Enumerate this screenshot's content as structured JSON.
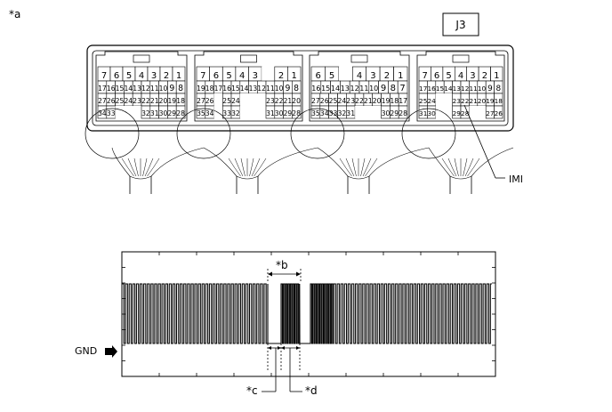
{
  "figure_label": "*a",
  "connector_id": "J3",
  "pin_callout": "IMI",
  "waveform": {
    "ground_label": "GND",
    "callout_b": "*b",
    "callout_c": "*c",
    "callout_d": "*d"
  },
  "connectors": [
    {
      "row1": [
        "7",
        "6",
        "5",
        "4",
        "3",
        "2",
        "1"
      ],
      "row2": [
        "17",
        "16",
        "15",
        "14",
        "13",
        "12",
        "11",
        "10",
        "9",
        "8"
      ],
      "row3": [
        "27",
        "26",
        "25",
        "24",
        "23",
        "22",
        "21",
        "20",
        "19",
        "18"
      ],
      "row4": [
        "34",
        "33",
        "",
        "",
        "",
        "32",
        "31",
        "30",
        "29",
        "28"
      ]
    },
    {
      "row1": [
        "7",
        "6",
        "5",
        "4",
        "3",
        "",
        "2",
        "1"
      ],
      "row2": [
        "19",
        "18",
        "17",
        "16",
        "15",
        "14",
        "13",
        "12",
        "11",
        "10",
        "9",
        "8"
      ],
      "row3": [
        "27",
        "26",
        "",
        "25",
        "24",
        "",
        "",
        "",
        "23",
        "22",
        "21",
        "20"
      ],
      "row4": [
        "35",
        "34",
        "",
        "33",
        "32",
        "",
        "",
        "",
        "31",
        "30",
        "29",
        "28"
      ]
    },
    {
      "row1": [
        "6",
        "5",
        "",
        "4",
        "3",
        "2",
        "1"
      ],
      "row2": [
        "16",
        "15",
        "14",
        "13",
        "12",
        "11",
        "10",
        "9",
        "8",
        "7"
      ],
      "row3": [
        "27",
        "26",
        "25",
        "24",
        "23",
        "22",
        "21",
        "20",
        "19",
        "18",
        "17"
      ],
      "row4": [
        "35",
        "34",
        "33",
        "32",
        "31",
        "",
        "",
        "",
        "30",
        "29",
        "28"
      ]
    },
    {
      "row1": [
        "7",
        "6",
        "5",
        "4",
        "3",
        "2",
        "1"
      ],
      "row2": [
        "17",
        "16",
        "15",
        "14",
        "13",
        "12",
        "11",
        "10",
        "9",
        "8"
      ],
      "row3": [
        "25",
        "24",
        "",
        "",
        "23",
        "22",
        "21",
        "20",
        "19",
        "18"
      ],
      "row4": [
        "31",
        "30",
        "",
        "",
        "29",
        "28",
        "",
        "",
        "27",
        "26"
      ]
    }
  ]
}
